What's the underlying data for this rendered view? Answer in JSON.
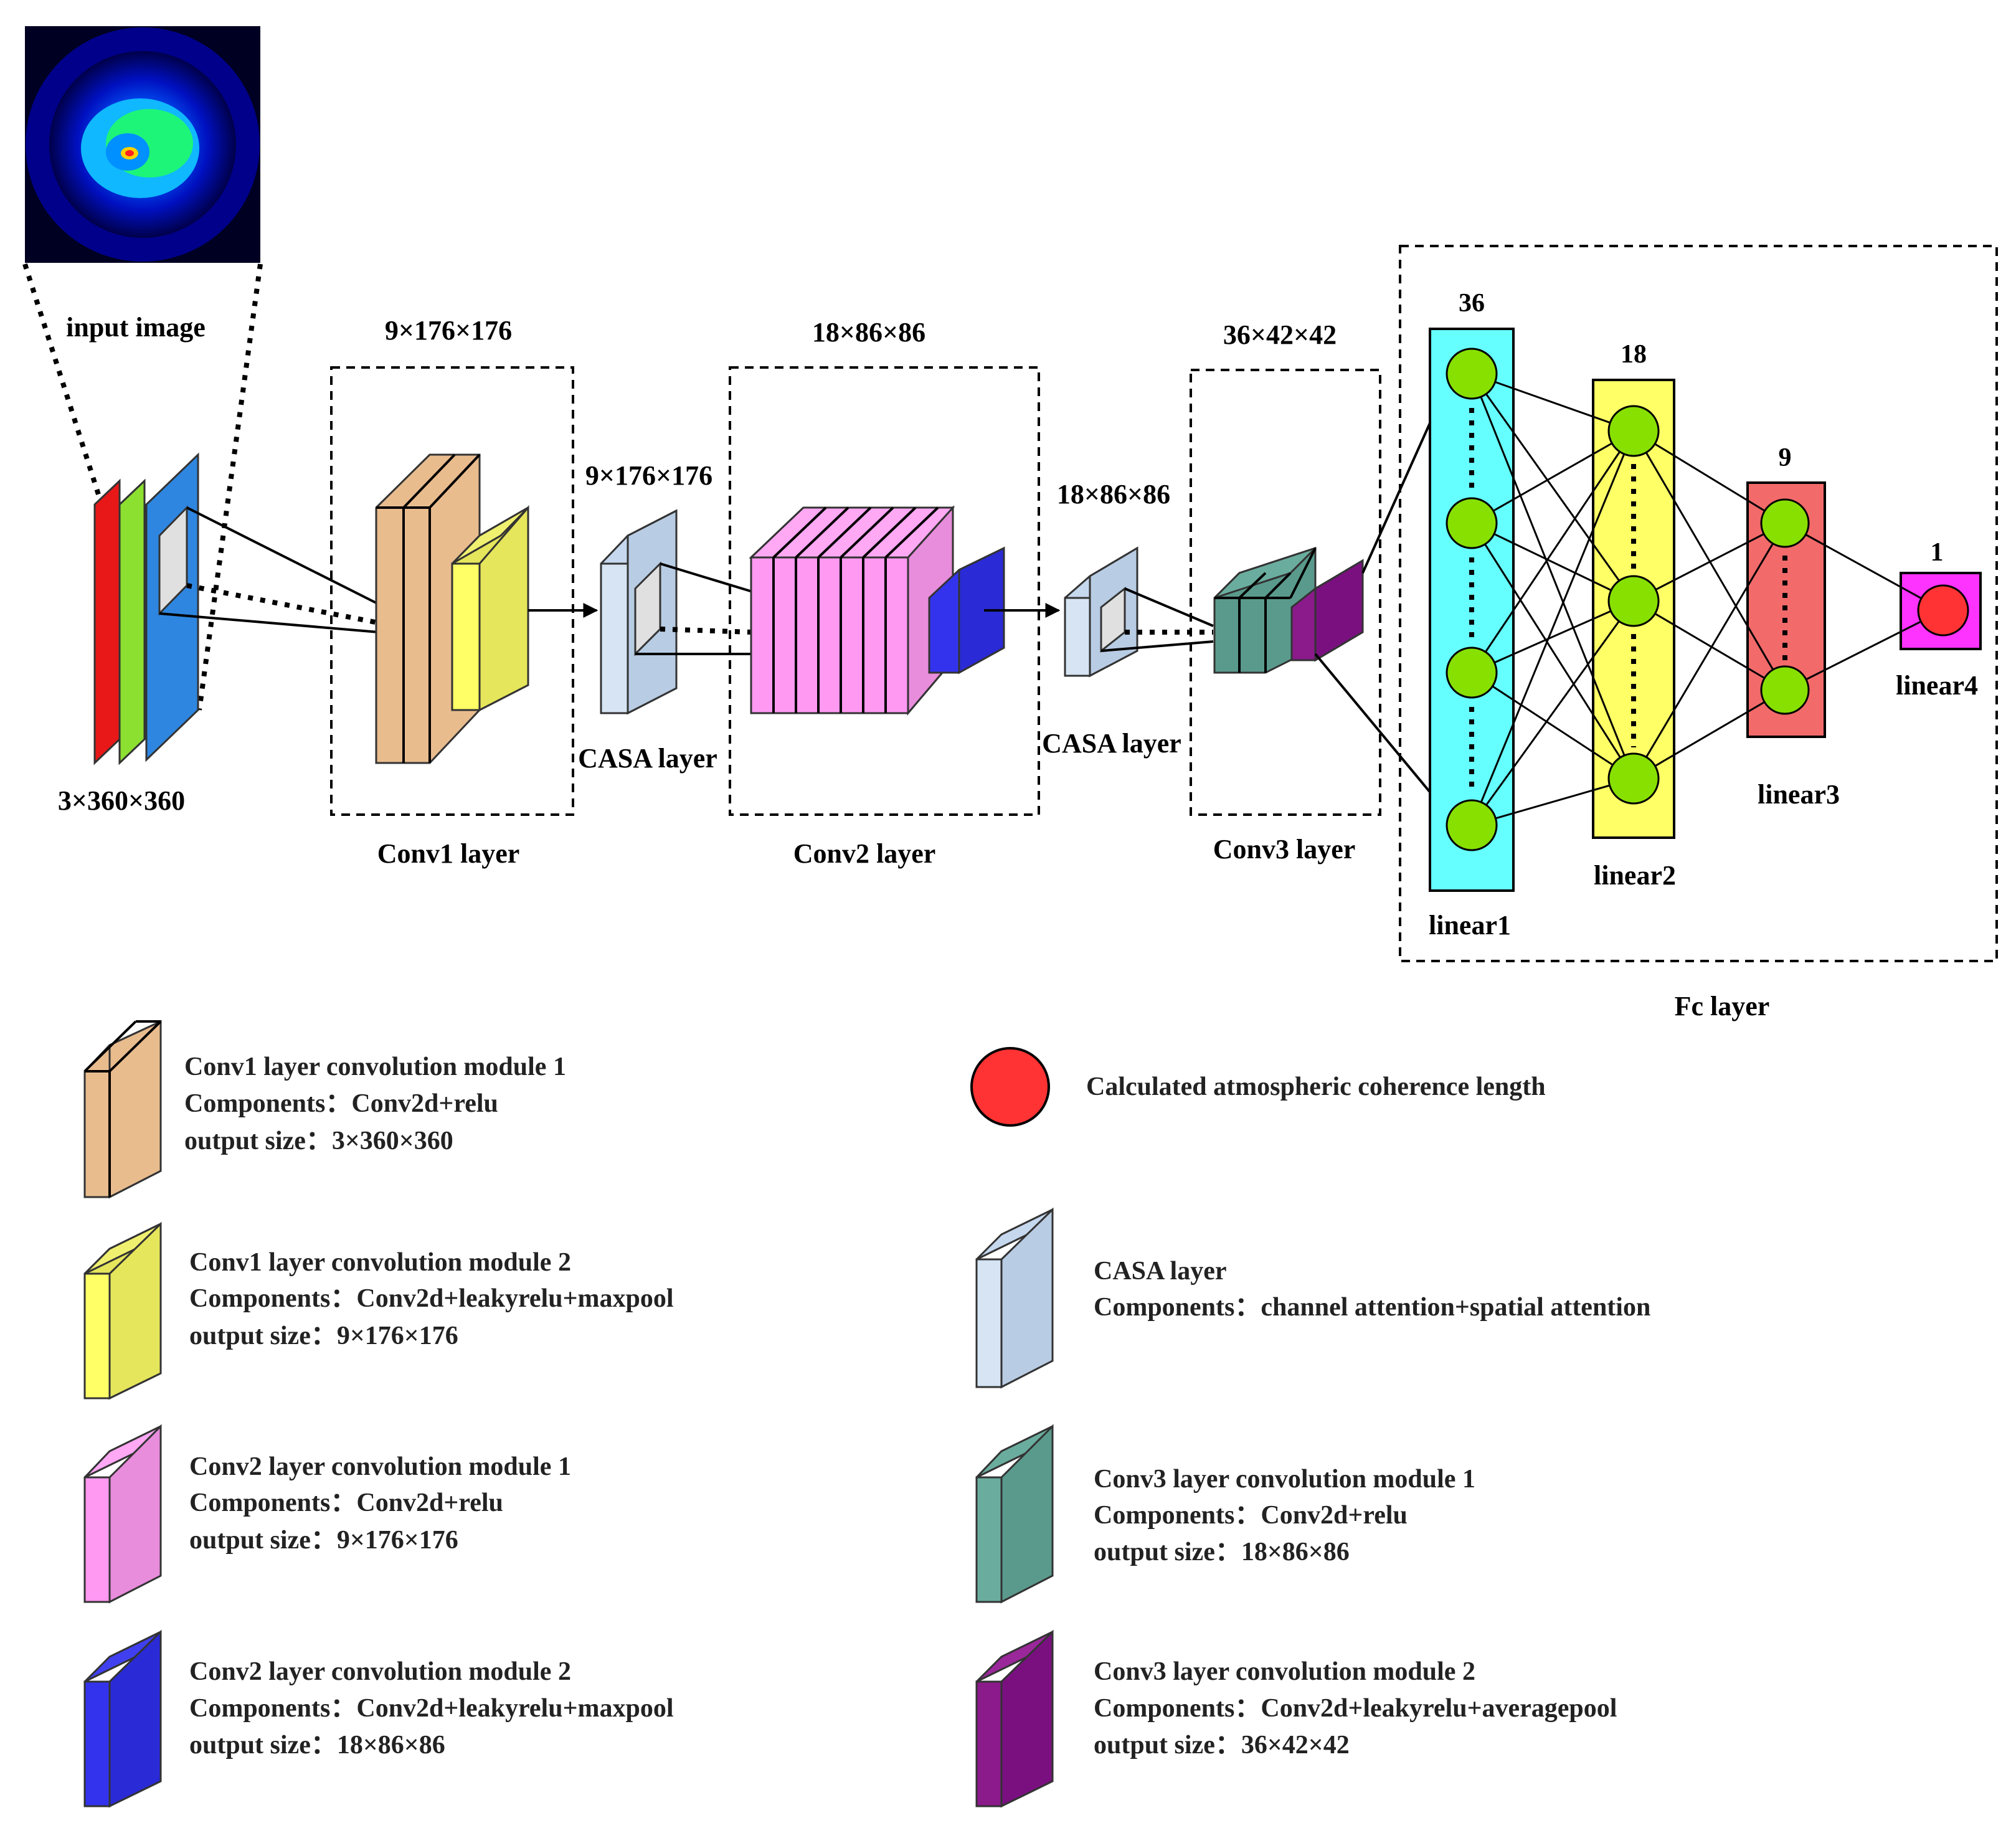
{
  "labels": {
    "input_image": "input image",
    "input_size": "3×360×360",
    "conv1_size": "9×176×176",
    "casa1_size": "9×176×176",
    "conv2_size": "18×86×86",
    "casa2_size": "18×86×86",
    "conv3_size": "36×42×42",
    "conv1_layer": "Conv1 layer",
    "conv2_layer": "Conv2 layer",
    "conv3_layer": "Conv3 layer",
    "casa_layer_1": "CASA layer",
    "casa_layer_2": "CASA layer",
    "fc_layer": "Fc layer",
    "linear1": "linear1",
    "linear2": "linear2",
    "linear3": "linear3",
    "linear4": "linear4",
    "n_linear1": "36",
    "n_linear2": "18",
    "n_linear3": "9",
    "n_linear4": "1"
  },
  "legend": [
    {
      "key": "conv1-module1",
      "color": "#E9BC8E",
      "line1": "Conv1 layer convolution module 1",
      "line2": "Components：Conv2d+relu",
      "line3": "output size：3×360×360"
    },
    {
      "key": "conv1-module2",
      "color": "#E6E65C",
      "line1": "Conv1 layer convolution module 2",
      "line2": "Components：Conv2d+leakyrelu+maxpool",
      "line3": "output size：9×176×176"
    },
    {
      "key": "conv2-module1",
      "color": "#E890E0",
      "line1": "Conv2 layer convolution module 1",
      "line2": "Components：Conv2d+relu",
      "line3": "output size：9×176×176"
    },
    {
      "key": "conv2-module2",
      "color": "#3333EE",
      "line1": "Conv2 layer convolution module 2",
      "line2": "Components：Conv2d+leakyrelu+maxpool",
      "line3": "output size：18×86×86"
    },
    {
      "key": "output-node",
      "color": "#FF3333",
      "line1": "Calculated atmospheric coherence length"
    },
    {
      "key": "casa-layer",
      "color": "#B8CCE4",
      "line1": "CASA layer",
      "line2": "Components：channel attention+spatial attention"
    },
    {
      "key": "conv3-module1",
      "color": "#5A9A8C",
      "line1": "Conv3 layer convolution module 1",
      "line2": "Components：Conv2d+relu",
      "line3": "output size：18×86×86"
    },
    {
      "key": "conv3-module2",
      "color": "#8B1A8B",
      "line1": "Conv3 layer convolution module 2",
      "line2": "Components：Conv2d+leakyrelu+averagepool",
      "line3": "output size：36×42×42"
    }
  ],
  "colors": {
    "red_channel": "#E81818",
    "green_channel": "#8CE030",
    "blue_channel": "#2E86E0",
    "node_fill": "#88E000",
    "linear1_fill": "#66FFFF",
    "linear2_fill": "#FFFF66",
    "linear3_fill": "#F36A6A",
    "linear4_fill": "#FF33FF"
  }
}
